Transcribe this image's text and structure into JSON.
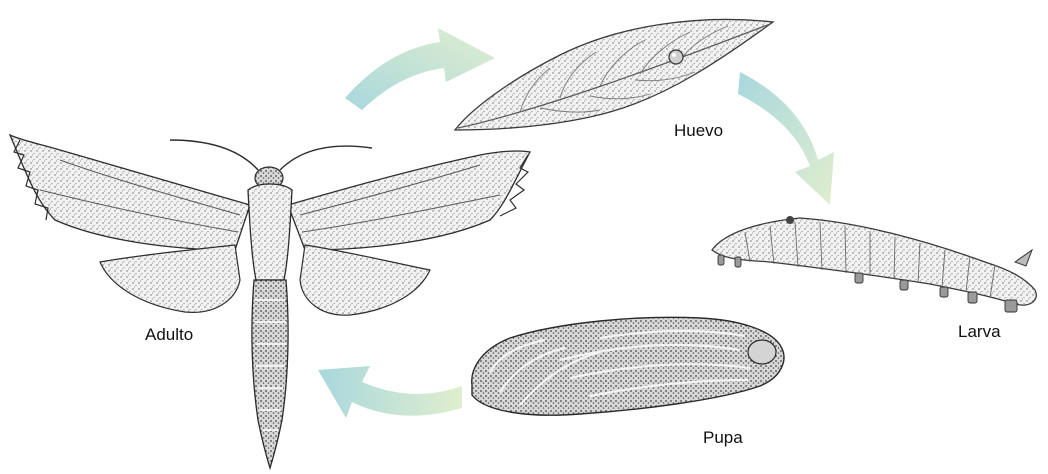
{
  "stages": {
    "egg": "Huevo",
    "larva": "Larva",
    "pupa": "Pupa",
    "adult": "Adulto"
  },
  "colors": {
    "arrow_start": "#dcecc8",
    "arrow_end": "#9fd3d9",
    "ink": "#3a3a3a",
    "fill": "#e6e6e6"
  },
  "icons": [
    "moth-illustration",
    "leaf-with-egg-illustration",
    "caterpillar-illustration",
    "pupa-illustration",
    "cycle-arrow"
  ]
}
